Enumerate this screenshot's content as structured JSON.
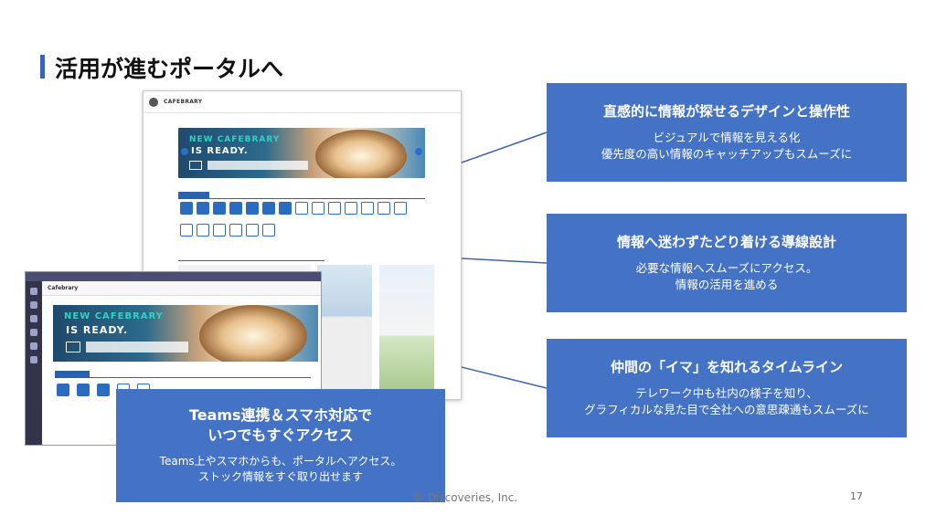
{
  "slide": {
    "title": "活用が進むポータルへ",
    "footer": "© Discoveries, Inc.",
    "page_number": "17"
  },
  "portal_screenshot": {
    "logo": "CAFEBRARY",
    "hero_line1": "NEW CAFEBRARY",
    "hero_line2": "IS READY."
  },
  "teams_screenshot": {
    "app_name": "Cafebrary",
    "hero_line1": "NEW CAFEBRARY",
    "hero_line2": "IS READY."
  },
  "callouts": [
    {
      "heading": "直感的に情報が探せるデザインと操作性",
      "body_line1": "ビジュアルで情報を見える化",
      "body_line2": "優先度の高い情報のキャッチアップもスムーズに"
    },
    {
      "heading": "情報へ迷わずたどり着ける導線設計",
      "body_line1": "必要な情報へスムーズにアクセス。",
      "body_line2": "情報の活用を進める"
    },
    {
      "heading": "仲間の「イマ」を知れるタイムライン",
      "body_line1": "テレワーク中も社内の様子を知り、",
      "body_line2": "グラフィカルな見た目で全社への意思疎通もスムーズに"
    }
  ],
  "teams_callout": {
    "heading_line1": "Teams連携＆スマホ対応で",
    "heading_line2": "いつでもすぐアクセス",
    "body_line1": "Teams上やスマホからも、ポータルへアクセス。",
    "body_line2": "ストック情報をすぐ取り出せます"
  },
  "colors": {
    "accent": "#4472c4",
    "title_bar": "#3a62b8",
    "line": "#3c64b4"
  }
}
